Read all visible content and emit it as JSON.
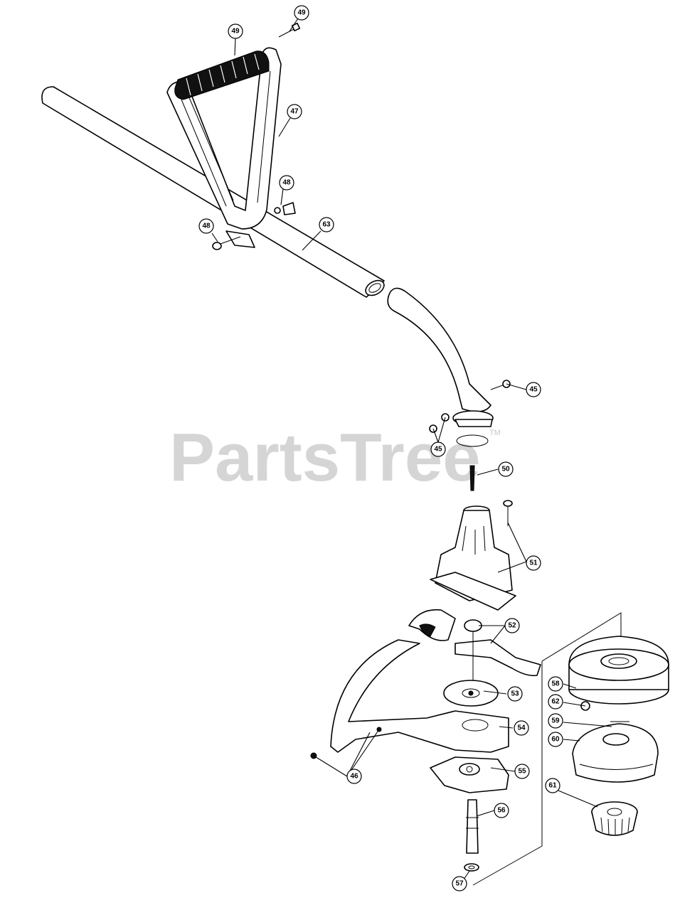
{
  "watermark": {
    "text": "PartsTree",
    "trademark": "TM"
  },
  "callouts": [
    {
      "label": "49",
      "part": "handle-screw"
    },
    {
      "label": "49",
      "part": "handle-grip"
    },
    {
      "label": "47",
      "part": "handle-bracket"
    },
    {
      "label": "48",
      "part": "wing-nut"
    },
    {
      "label": "48",
      "part": "carriage-bolt"
    },
    {
      "label": "63",
      "part": "upper-shaft"
    },
    {
      "label": "45",
      "part": "clamp-screw"
    },
    {
      "label": "45",
      "part": "clamp-nut"
    },
    {
      "label": "50",
      "part": "drive-cable"
    },
    {
      "label": "51",
      "part": "gear-housing"
    },
    {
      "label": "52",
      "part": "shield-mount"
    },
    {
      "label": "53",
      "part": "spindle-plate"
    },
    {
      "label": "54",
      "part": "shield-plate"
    },
    {
      "label": "55",
      "part": "bearing-housing"
    },
    {
      "label": "56",
      "part": "spindle-shaft"
    },
    {
      "label": "57",
      "part": "washer"
    },
    {
      "label": "46",
      "part": "shield-nuts"
    },
    {
      "label": "58",
      "part": "trimmer-head-cover"
    },
    {
      "label": "62",
      "part": "cover-latch"
    },
    {
      "label": "59",
      "part": "head-spring"
    },
    {
      "label": "60",
      "part": "line-spool"
    },
    {
      "label": "61",
      "part": "bump-knob"
    }
  ]
}
